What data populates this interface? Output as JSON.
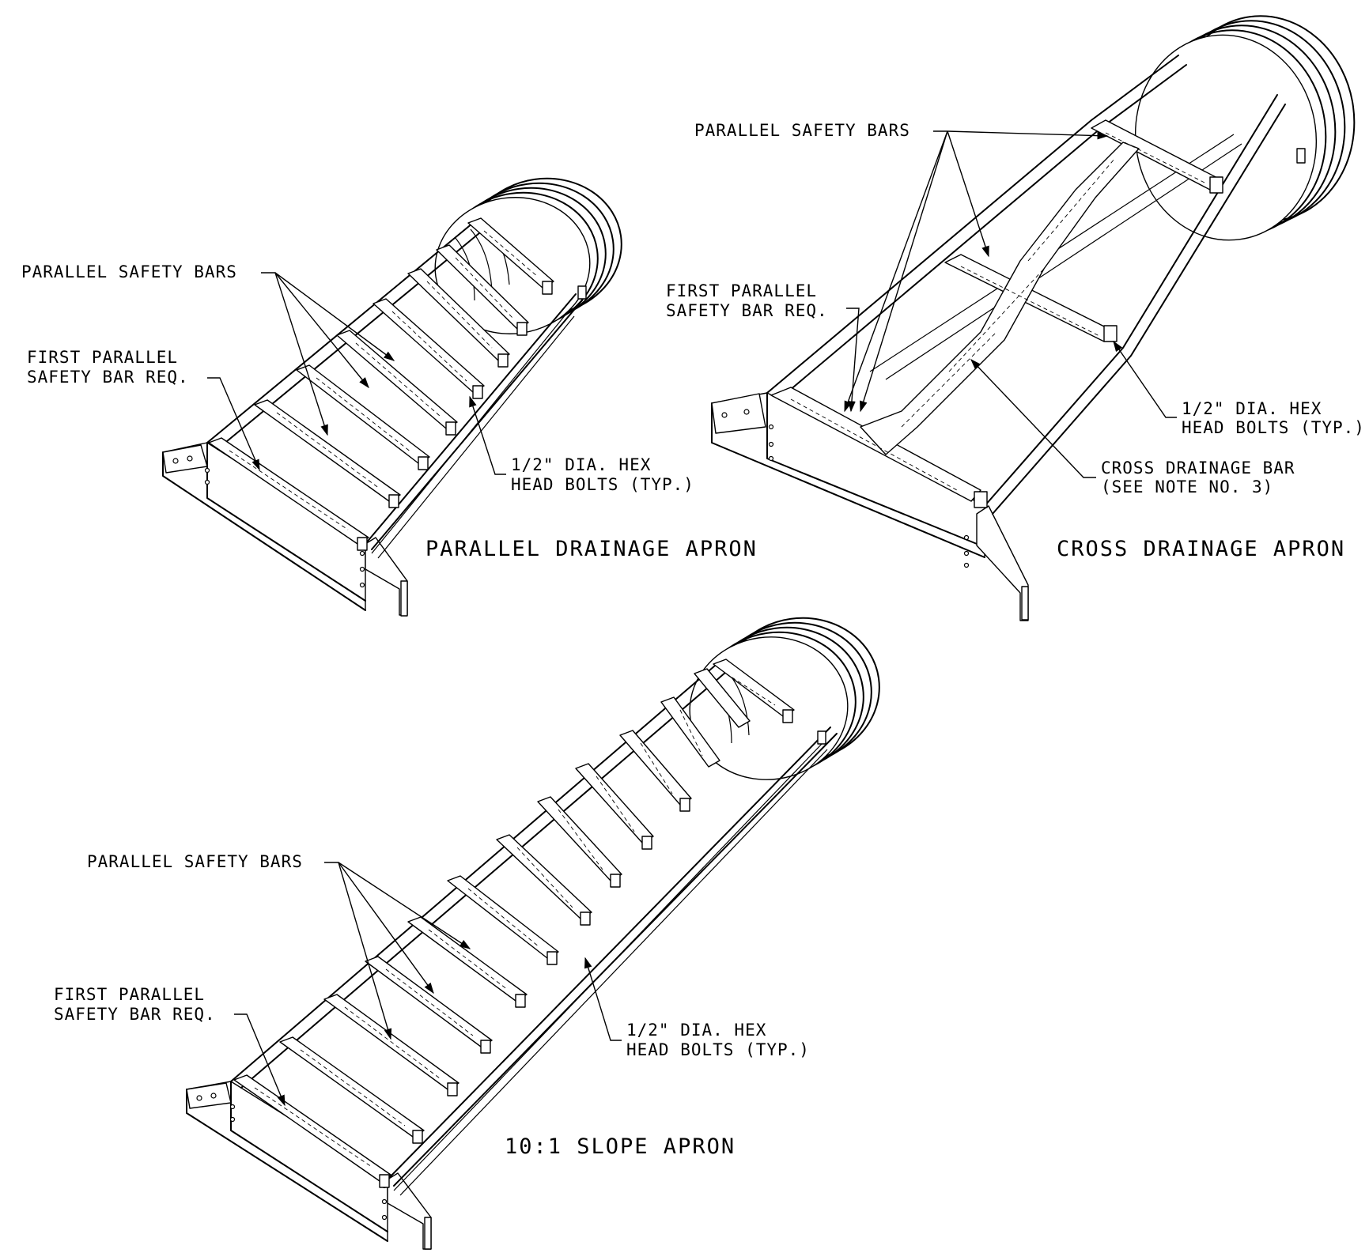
{
  "views": [
    {
      "id": "parallel",
      "title": "PARALLEL DRAINAGE APRON",
      "safety_bars_label": "PARALLEL SAFETY BARS",
      "first_bar_label": [
        "FIRST PARALLEL",
        "SAFETY BAR REQ."
      ],
      "bolts_label": [
        "1/2\" DIA. HEX",
        "HEAD BOLTS (TYP.)"
      ]
    },
    {
      "id": "cross",
      "title": "CROSS DRAINAGE APRON",
      "safety_bars_label": "PARALLEL SAFETY BARS",
      "first_bar_label": [
        "FIRST PARALLEL",
        "SAFETY BAR REQ."
      ],
      "bolts_label": [
        "1/2\" DIA. HEX",
        "HEAD BOLTS (TYP.)"
      ],
      "cross_bar_label": [
        "CROSS DRAINAGE BAR",
        "(SEE NOTE NO. 3)"
      ]
    },
    {
      "id": "slope",
      "title": "10:1 SLOPE APRON",
      "safety_bars_label": "PARALLEL SAFETY BARS",
      "first_bar_label": [
        "FIRST PARALLEL",
        "SAFETY BAR REQ."
      ],
      "bolts_label": [
        "1/2\" DIA. HEX",
        "HEAD BOLTS (TYP.)"
      ]
    }
  ]
}
